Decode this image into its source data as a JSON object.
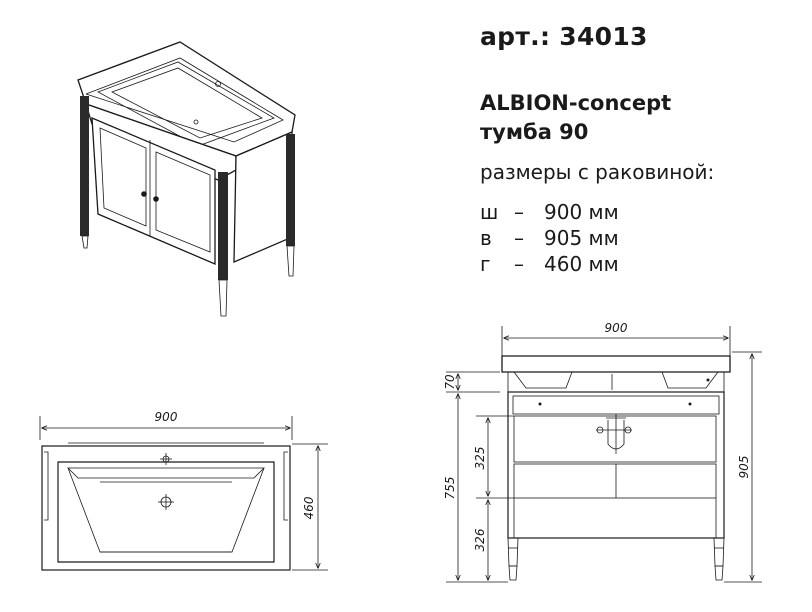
{
  "article": "арт.: 34013",
  "model": {
    "name": "ALBION-concept",
    "type": "тумба 90"
  },
  "sizes_heading": "размеры с раковиной:",
  "dimensions": [
    {
      "letter": "ш",
      "dash": "–",
      "value": "900 мм"
    },
    {
      "letter": "в",
      "dash": "–",
      "value": "905 мм"
    },
    {
      "letter": "г",
      "dash": "–",
      "value": "460 мм"
    }
  ],
  "top_view": {
    "width_label": "900",
    "depth_label": "460"
  },
  "front_view": {
    "width_label": "900",
    "total_height_label": "905",
    "sink_height_label": "70",
    "body_height_label": "755",
    "upper_section_label": "325",
    "lower_section_label": "326"
  }
}
